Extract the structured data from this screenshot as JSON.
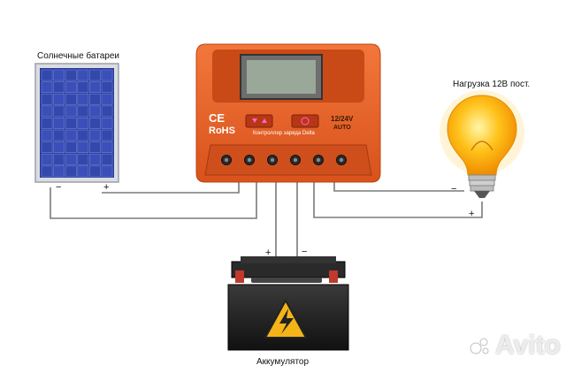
{
  "labels": {
    "solar": "Солнечные батареи",
    "load": "Нагрузка 12В пост.",
    "battery": "Аккумулятор"
  },
  "controller": {
    "ce": "CE",
    "rohs": "RoHS",
    "name": "Контроллер заряда Delta",
    "voltage": "12/24V",
    "mode": "AUTO"
  },
  "polarity": {
    "minus": "−",
    "plus": "+"
  },
  "watermark": "Avito",
  "colors": {
    "controller_orange": "#e8622a",
    "wire": "#777777",
    "panel_blue": "#2e3f9e",
    "battery_body": "#1e1e1e",
    "warning_yellow": "#f5b418",
    "bulb_glow": "#ffb300"
  }
}
